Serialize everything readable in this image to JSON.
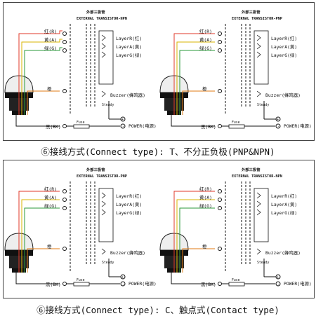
{
  "section_top": {
    "caption": "⑥接线方式(Connect type): T、不分正负极(PNP&NPN)",
    "diagrams": [
      {
        "header_cn": "外部三极管",
        "header_en": "EXTERNAL TRANSISTOR-NPN",
        "wires": {
          "red": "红(R)",
          "yellow": "黄(A)",
          "green": "绿(G)",
          "orange": "橙",
          "black": "黑(BK)"
        },
        "layers": {
          "r": "LayerR(红)",
          "a": "LayerA(黄)",
          "g": "LayerG(绿)"
        },
        "buzzer": "Buzzer(蜂鸣器)",
        "steady": "Steady",
        "fuse": "Fuse",
        "power": "POWER(电源)",
        "plus": "+",
        "minus": "-"
      },
      {
        "header_cn": "外部三极管",
        "header_en": "EXTERNAL TRANSISTOR-PNP",
        "wires": {
          "red": "红(R)",
          "yellow": "黄(A)",
          "green": "绿(G)",
          "orange": "橙",
          "black": "黑(BK)"
        },
        "layers": {
          "r": "LayerR(红)",
          "a": "LayerA(黄)",
          "g": "LayerG(绿)"
        },
        "buzzer": "Buzzer(蜂鸣器)",
        "steady": "Steady",
        "fuse": "Fuse",
        "power": "POWER(电源)",
        "plus": "+",
        "minus": "-"
      }
    ]
  },
  "section_bottom": {
    "caption": "⑥接线方式(Connect type): C、触点式(Contact type)",
    "diagrams": [
      {
        "header_cn": "外部三极管",
        "header_en": "EXTERNAL TRANSISTOR-PNP",
        "wires": {
          "red": "红(R)",
          "yellow": "黄(A)",
          "green": "绿(G)",
          "orange": "橙",
          "black": "黑(BK)"
        },
        "layers": {
          "r": "LayerR(红)",
          "a": "LayerA(黄)",
          "g": "LayerG(绿)"
        },
        "buzzer": "Buzzer(蜂鸣器)",
        "steady": "Steady",
        "fuse": "Fuse",
        "power": "POWER(电源)",
        "plus": "+",
        "minus": "-"
      },
      {
        "header_cn": "外部三极管",
        "header_en": "EXTERNAL TRANSISTOR-NPN",
        "wires": {
          "red": "红(R)",
          "yellow": "黄(A)",
          "green": "绿(G)",
          "orange": "橙",
          "black": "黑(BK)"
        },
        "layers": {
          "r": "LayerR(红)",
          "a": "LayerA(黄)",
          "g": "LayerG(绿)"
        },
        "buzzer": "Buzzer(蜂鸣器)",
        "steady": "Steady",
        "fuse": "Fuse",
        "power": "POWER(电源)",
        "plus": "+",
        "minus": "-"
      }
    ]
  },
  "colors": {
    "red_wire": "#e23a2a",
    "yellow_wire": "#d9b400",
    "green_wire": "#2a9a3a",
    "orange_wire": "#e07a10",
    "black_wire": "#111111",
    "frame": "#444444"
  }
}
